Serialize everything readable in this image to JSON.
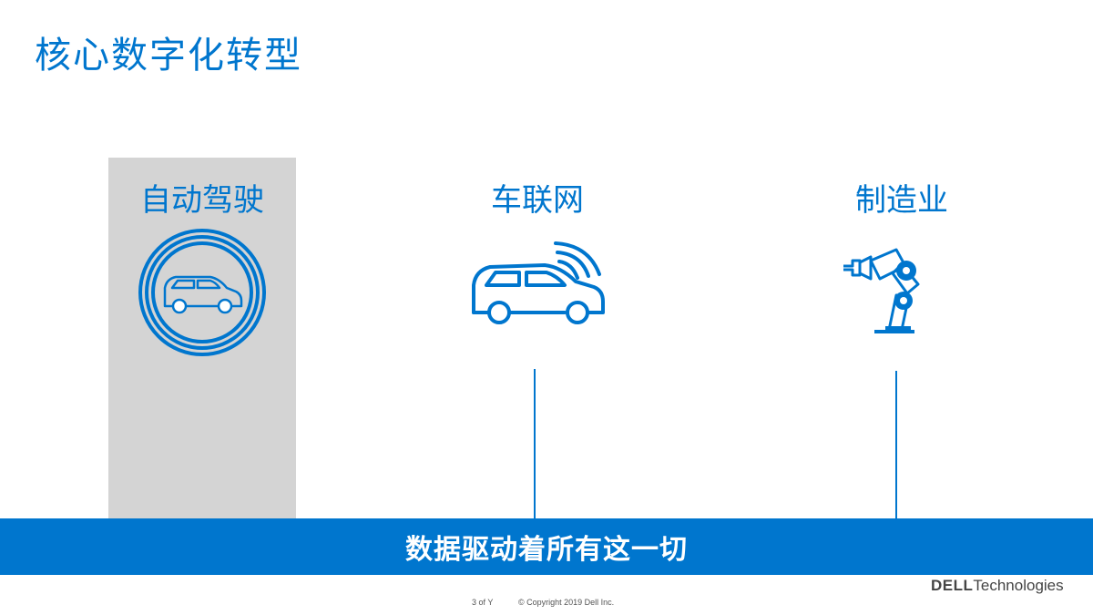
{
  "slide": {
    "title": "核心数字化转型",
    "banner": "数据驱动着所有这一切"
  },
  "pillars": [
    {
      "label": "自动驾驶",
      "icon": "car-in-rings-icon",
      "highlighted": true
    },
    {
      "label": "车联网",
      "icon": "connected-car-icon",
      "highlighted": false
    },
    {
      "label": "制造业",
      "icon": "robot-arm-icon",
      "highlighted": false
    }
  ],
  "footer": {
    "page": "3 of Y",
    "copyright": "© Copyright 2019 Dell Inc.",
    "logo_brand": "DELL",
    "logo_suffix": "Technologies"
  },
  "colors": {
    "accent": "#0076ce",
    "highlight": "#d4d4d4",
    "background": "#ffffff"
  }
}
